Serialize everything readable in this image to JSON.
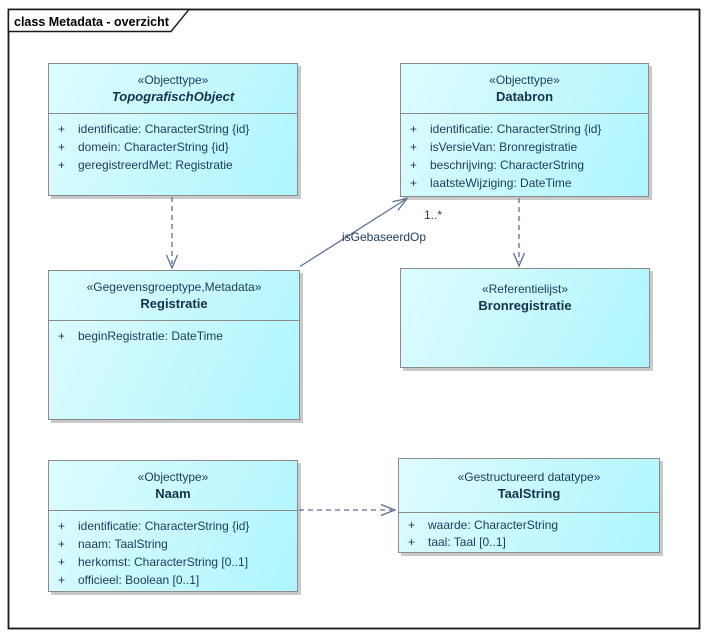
{
  "frame": {
    "title": "class Metadata - overzicht"
  },
  "colors": {
    "box_fill_light": "#ddfcff",
    "box_fill_dark": "#aef5fd",
    "box_border": "#8d8a88",
    "box_shadow": "#c9c9c9",
    "connector": "#5c6f93",
    "text": "#1d3a5a",
    "frame_border": "#1a1a1a"
  },
  "classes": {
    "topografisch_object": {
      "stereotype": "«Objecttype»",
      "name": "TopografischObject",
      "attributes": [
        {
          "vis": "+",
          "text": "identificatie: CharacterString {id}"
        },
        {
          "vis": "+",
          "text": "domein: CharacterString {id}"
        },
        {
          "vis": "+",
          "text": "geregistreerdMet: Registratie"
        }
      ]
    },
    "databron": {
      "stereotype": "«Objecttype»",
      "name": "Databron",
      "attributes": [
        {
          "vis": "+",
          "text": "identificatie: CharacterString {id}"
        },
        {
          "vis": "+",
          "text": "isVersieVan: Bronregistratie"
        },
        {
          "vis": "+",
          "text": "beschrijving: CharacterString"
        },
        {
          "vis": "+",
          "text": "laatsteWijziging: DateTime"
        }
      ]
    },
    "registratie": {
      "stereotype": "«Gegevensgroeptype,Metadata»",
      "name": "Registratie",
      "attributes": [
        {
          "vis": "+",
          "text": "beginRegistratie: DateTime"
        }
      ]
    },
    "bronregistratie": {
      "stereotype": "«Referentielijst»",
      "name": "Bronregistratie",
      "attributes": []
    },
    "naam": {
      "stereotype": "«Objecttype»",
      "name": "Naam",
      "attributes": [
        {
          "vis": "+",
          "text": "identificatie: CharacterString {id}"
        },
        {
          "vis": "+",
          "text": "naam: TaalString"
        },
        {
          "vis": "+",
          "text": "herkomst: CharacterString [0..1]"
        },
        {
          "vis": "+",
          "text": "officieel: Boolean [0..1]"
        }
      ]
    },
    "taalstring": {
      "stereotype": "«Gestructureerd datatype»",
      "name": "TaalString",
      "attributes": [
        {
          "vis": "+",
          "text": "waarde: CharacterString"
        },
        {
          "vis": "+",
          "text": "taal: Taal [0..1]"
        }
      ]
    }
  },
  "connectors": {
    "is_gebaseerd_op": {
      "label": "isGebaseerdOp",
      "multiplicity": "1..*"
    }
  }
}
